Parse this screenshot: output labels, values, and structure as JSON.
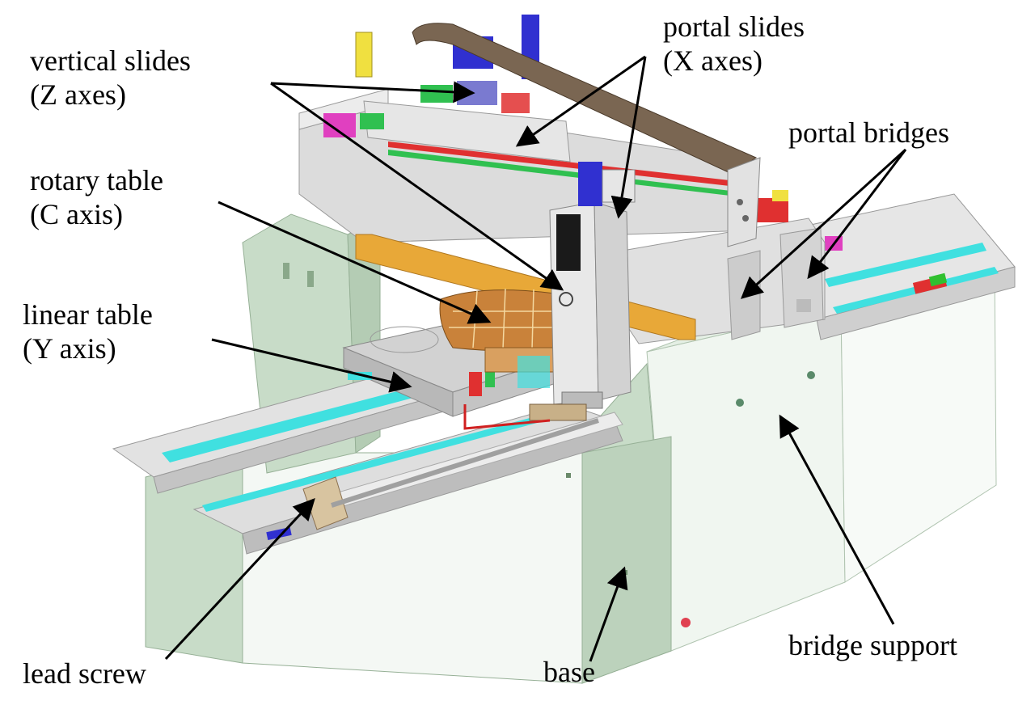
{
  "labels": {
    "vertical_slides": {
      "line1": "vertical slides",
      "line2": "(Z axes)"
    },
    "portal_slides": {
      "line1": "portal slides",
      "line2": "(X axes)"
    },
    "portal_bridges": {
      "line1": "portal bridges"
    },
    "rotary_table": {
      "line1": "rotary table",
      "line2": "(C axis)"
    },
    "linear_table": {
      "line1": "linear table",
      "line2": "(Y axis)"
    },
    "lead_screw": {
      "line1": "lead screw"
    },
    "base": {
      "line1": "base"
    },
    "bridge_support": {
      "line1": "bridge support"
    }
  },
  "colors": {
    "frame_green": "#c8dcc8",
    "steel_grey": "#d7d7d7",
    "rail_cyan": "#40e0e0",
    "rail_red": "#e03030",
    "rotary_wood": "#c9823a",
    "crossbeam_orange": "#e8a838",
    "cable_chain": "#7a6652",
    "accent_blue": "#3030d0",
    "accent_yellow": "#f0e040",
    "accent_magenta": "#e040c0"
  }
}
